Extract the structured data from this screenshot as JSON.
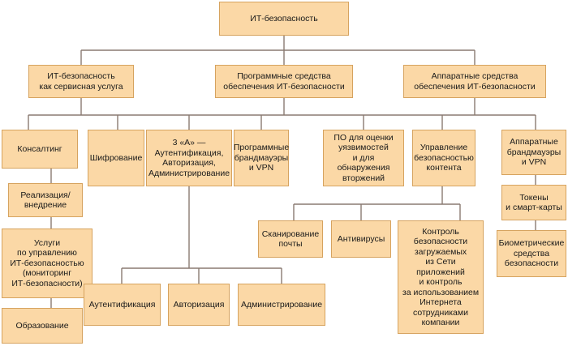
{
  "diagram": {
    "colors": {
      "node_fill": "#fbd8a6",
      "node_border": "#d6a35f",
      "connector": "#8a7a72"
    },
    "root": "ИТ-безопасность",
    "level1": {
      "service": "ИТ-безопасность\nкак сервисная услуга",
      "software": "Программные средства\nобеспечения ИТ-безопасности",
      "hardware": "Аппаратные средства\nобеспечения ИТ-безопасности"
    },
    "service_items": {
      "consulting": "Консалтинг",
      "implementation": "Реализация/\nвнедрение",
      "management": "Услуги\nпо управлению\nИТ-безопасностью\n(мониторинг\nИТ-безопасности)",
      "education": "Образование"
    },
    "software_items": {
      "encryption": "Шифрование",
      "three_a": "3 «А» —\nАутентификация,\nАвторизация,\nАдминистрирование",
      "firewalls_vpn": "Программные\nбрандмауэры\nи VPN",
      "vuln_scan": "ПО для оценки\nуязвимостей\nи для обнаружения\nвторжений",
      "content": "Управление\nбезопасностью\nконтента"
    },
    "three_a_items": {
      "authentication": "Аутентификация",
      "authorization": "Авторизация",
      "administration": "Администрирование"
    },
    "content_items": {
      "mail_scan": "Сканирование\nпочты",
      "antivirus": "Антивирусы",
      "download_control": "Контроль\nбезопасности\nзагружаемых\nиз Сети приложений\nи контроль\nза использованием\nИнтернета\nсотрудниками\nкомпании"
    },
    "hardware_items": {
      "hw_firewalls": "Аппаратные\nбрандмауэры\nи VPN",
      "tokens": "Токены\nи смарт-карты",
      "biometric": "Биометрические\nсредства\nбезопасности"
    }
  }
}
